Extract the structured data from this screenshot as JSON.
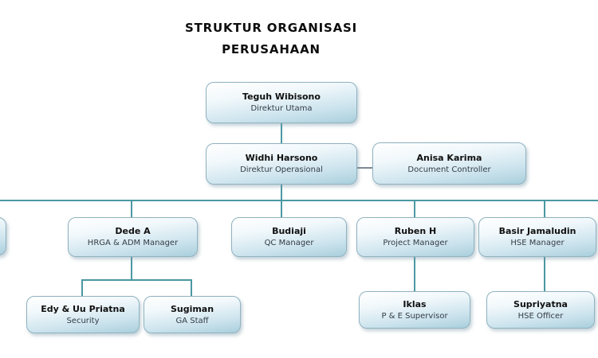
{
  "title": {
    "line1": "STRUKTUR ORGANISASI",
    "line2": "PERUSAHAAN"
  },
  "nodes": [
    {
      "id": "teguh-wibisono",
      "name": "Teguh Wibisono",
      "role": "Direktur Utama",
      "reports_to": null
    },
    {
      "id": "widhi-harsono",
      "name": "Widhi Harsono",
      "role": "Direktur Operasional",
      "reports_to": "teguh-wibisono"
    },
    {
      "id": "anisa-karima",
      "name": "Anisa Karima",
      "role": "Document Controller",
      "reports_to": "widhi-harsono"
    },
    {
      "id": "dede-a",
      "name": "Dede A",
      "role": "HRGA & ADM Manager",
      "reports_to": "widhi-harsono"
    },
    {
      "id": "budiaji",
      "name": "Budiaji",
      "role": "QC Manager",
      "reports_to": "widhi-harsono"
    },
    {
      "id": "ruben-h",
      "name": "Ruben H",
      "role": "Project Manager",
      "reports_to": "widhi-harsono"
    },
    {
      "id": "basir-jamaludin",
      "name": "Basir Jamaludin",
      "role": "HSE Manager",
      "reports_to": "widhi-harsono"
    },
    {
      "id": "edy-uu-priatna",
      "name": "Edy & Uu Priatna",
      "role": "Security",
      "reports_to": "dede-a"
    },
    {
      "id": "sugiman",
      "name": "Sugiman",
      "role": "GA Staff",
      "reports_to": "dede-a"
    },
    {
      "id": "iklas",
      "name": "Iklas",
      "role": "P & E Supervisor",
      "reports_to": "ruben-h"
    },
    {
      "id": "supriyatna",
      "name": "Supriyatna",
      "role": "HSE Officer",
      "reports_to": "basir-jamaludin"
    }
  ],
  "colors": {
    "connector_teal": "#4a98a2",
    "connector_gray": "#7d8994",
    "box_border": "#8fb2c0",
    "box_gradient_top": "#ffffff",
    "box_gradient_bottom": "#a9cfdc",
    "name_text": "#101010",
    "role_text": "#333c46",
    "title_text": "#0d0d0d",
    "background": "#ffffff"
  }
}
